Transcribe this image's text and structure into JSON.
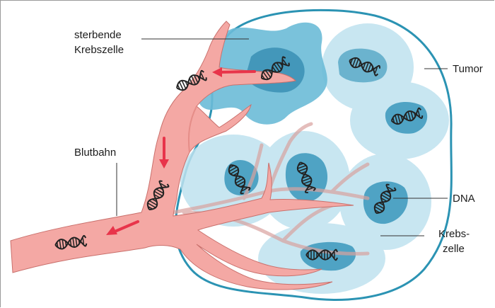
{
  "labels": {
    "dying_cell_line1": "sterbende",
    "dying_cell_line2": "Krebszelle",
    "tumor": "Tumor",
    "bloodstream": "Blutbahn",
    "dna": "DNA",
    "cancer_cell_line1": "Krebs-",
    "cancer_cell_line2": "zelle"
  },
  "colors": {
    "tumor_outline": "#2b93b3",
    "cell_light": "#bfe2ef",
    "cell_mid": "#8ccbe0",
    "nucleus": "#4fa3c4",
    "dying_cell": "#6cbbd7",
    "vessel": "#f4a8a4",
    "vessel_stroke": "#c9706c",
    "arrow": "#e8344a",
    "dna": "#222222",
    "leader_line": "#333333"
  }
}
